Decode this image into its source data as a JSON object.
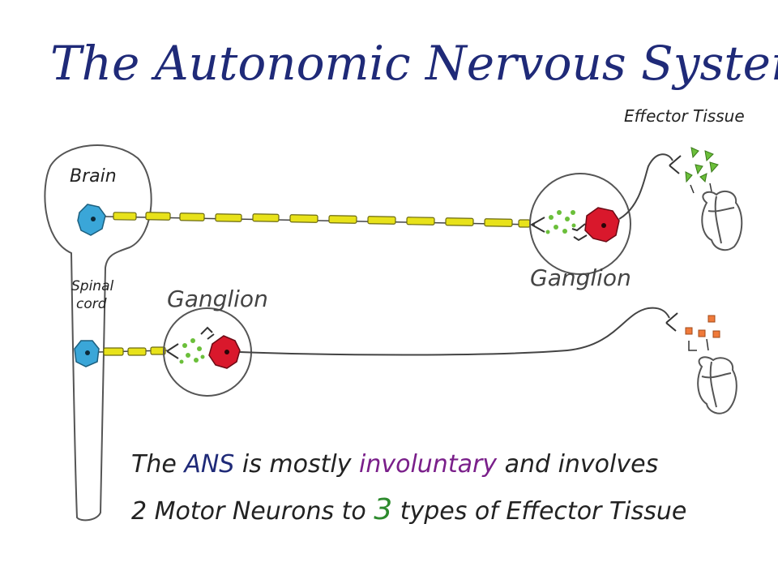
{
  "title": "The Autonomic Nervous System",
  "labels": {
    "effector_tissue": "Effector Tissue",
    "brain": "Brain",
    "spinal_line1": "Spinal",
    "spinal_line2": "cord",
    "ganglion_upper": "Ganglion",
    "ganglion_lower": "Ganglion"
  },
  "caption": {
    "line1_part1": "The ",
    "line1_ans": "ANS",
    "line1_part2": " is mostly ",
    "line1_highlight": "involuntary",
    "line1_part3": " and involves",
    "line2_part1": "2 Motor Neurons to ",
    "line2_number": "3",
    "line2_part2": " types of Effector Tissue"
  },
  "colors": {
    "title": "#1f2a78",
    "text": "#222222",
    "highlight": "#7a1f8a",
    "number": "#2d8a2d",
    "neuron_blue": "#3aa6d8",
    "neuron_red": "#d9182c",
    "myelin": "#e8e21a",
    "vesicle_green": "#6bbf3a",
    "tissue_orange": "#f07a3a"
  }
}
